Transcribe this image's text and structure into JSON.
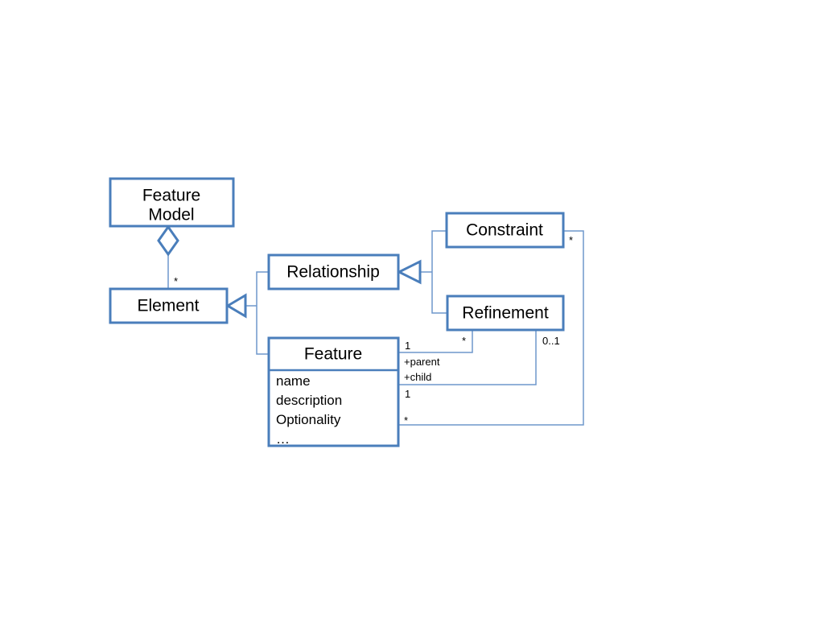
{
  "diagram": {
    "classes": {
      "feature_model": {
        "line1": "Feature",
        "line2": "Model"
      },
      "element": {
        "name": "Element"
      },
      "relationship": {
        "name": "Relationship"
      },
      "constraint": {
        "name": "Constraint"
      },
      "refinement": {
        "name": "Refinement"
      },
      "feature": {
        "name": "Feature",
        "attributes": [
          "name",
          "description",
          "Optionality",
          "…"
        ]
      }
    },
    "labels": {
      "model_element_mult": "*",
      "constraint_mult": "*",
      "refinement_mult_star": "*",
      "refinement_mult_opt": "0..1",
      "feature_parent_mult": "1",
      "feature_parent_role": "+parent",
      "feature_child_role": "+child",
      "feature_child_mult": "1",
      "feature_constraint_mult": "*"
    },
    "colors": {
      "border": "#4a7ebb",
      "connector": "#6e97cc"
    }
  }
}
